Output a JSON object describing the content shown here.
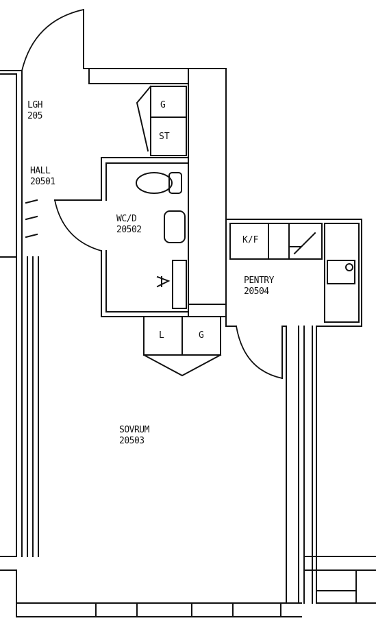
{
  "rooms": {
    "lgh": {
      "name": "LGH",
      "number": "205"
    },
    "hall": {
      "name": "HALL",
      "number": "20501"
    },
    "wc": {
      "name": "WC/D",
      "number": "20502"
    },
    "sovrum": {
      "name": "SOVRUM",
      "number": "20503"
    },
    "pentry": {
      "name": "PENTRY",
      "number": "20504"
    }
  },
  "fixtures": {
    "closet_g_top": "G",
    "closet_st": "ST",
    "closet_l": "L",
    "closet_g_bottom": "G",
    "kf": "K/F"
  },
  "colors": {
    "line": "#111111",
    "background": "#ffffff",
    "wall_fill": "#ffffff"
  }
}
